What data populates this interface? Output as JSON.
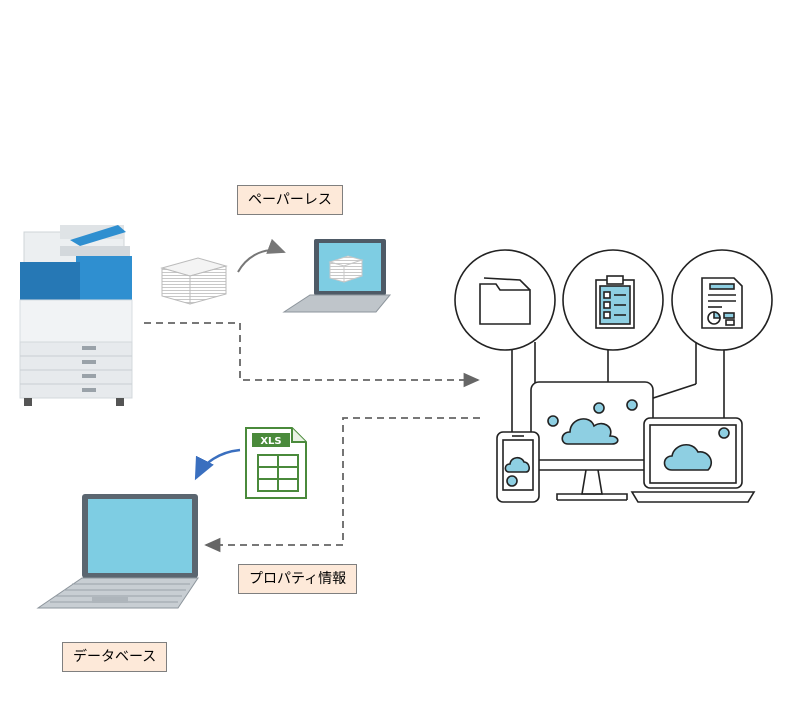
{
  "labels": {
    "paperless": "ペーパーレス",
    "property_info": "プロパティ情報",
    "database": "データベース"
  },
  "xls_tag": "XLS",
  "colors": {
    "label_bg": "#fde9d9",
    "screen_blue": "#7ecde3",
    "printer_blue": "#2f8fd0",
    "cloud_blue": "#8ecfe2",
    "xls_green": "#4a8a3b",
    "arrow_blue": "#3a6fbf",
    "connector_dash": "#666666"
  }
}
